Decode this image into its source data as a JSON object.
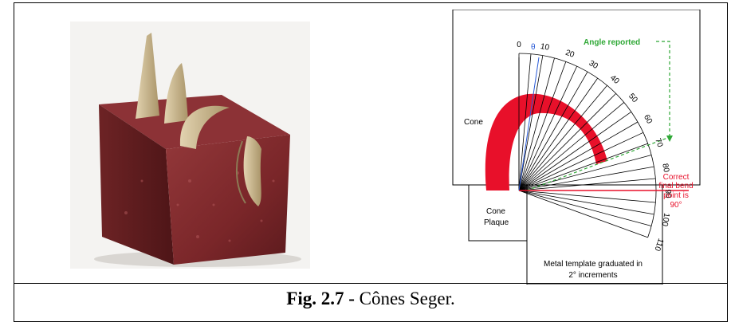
{
  "photo": {
    "subject": "Seger cones on a fired brick holder"
  },
  "diagram": {
    "theta_symbol": "θ",
    "angle_reported_label": "Angle reported",
    "cone_label": "Cone",
    "plaque_label_line1": "Cone",
    "plaque_label_line2": "Plaque",
    "correct_line1": "Correct",
    "correct_line2": "final bend",
    "correct_line3": "point is",
    "correct_line4": "90°",
    "template_line1": "Metal template graduated in",
    "template_line2": "2° increments",
    "scale_ticks": [
      "0",
      "10",
      "20",
      "30",
      "40",
      "50",
      "60",
      "70",
      "80",
      "90",
      "100",
      "110"
    ]
  },
  "caption": {
    "fig_label": "Fig. 2.7 -",
    "text": " Cônes Seger."
  },
  "colors": {
    "cone_red": "#e8102a",
    "angle_green": "#2fa836",
    "theta_blue": "#2a5bd7",
    "brick": "#7e2a2b",
    "clay": "#c9b48d"
  }
}
